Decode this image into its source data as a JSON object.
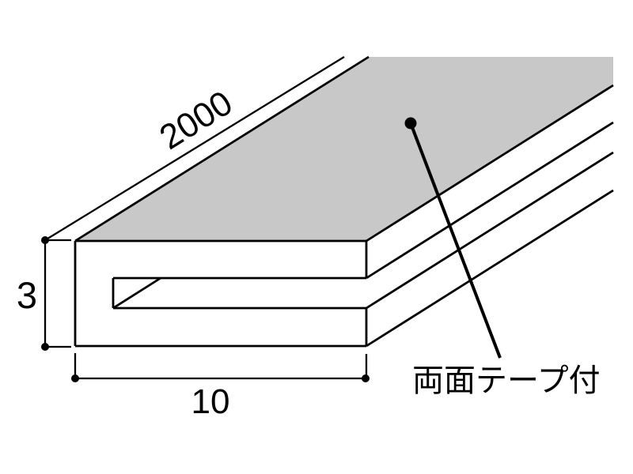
{
  "diagram": {
    "dimensions": {
      "length": "2000",
      "width": "10",
      "height": "3"
    },
    "annotation": "両面テープ付",
    "colors": {
      "surface": "#c8c8c8",
      "line": "#000000",
      "background": "#ffffff"
    }
  }
}
